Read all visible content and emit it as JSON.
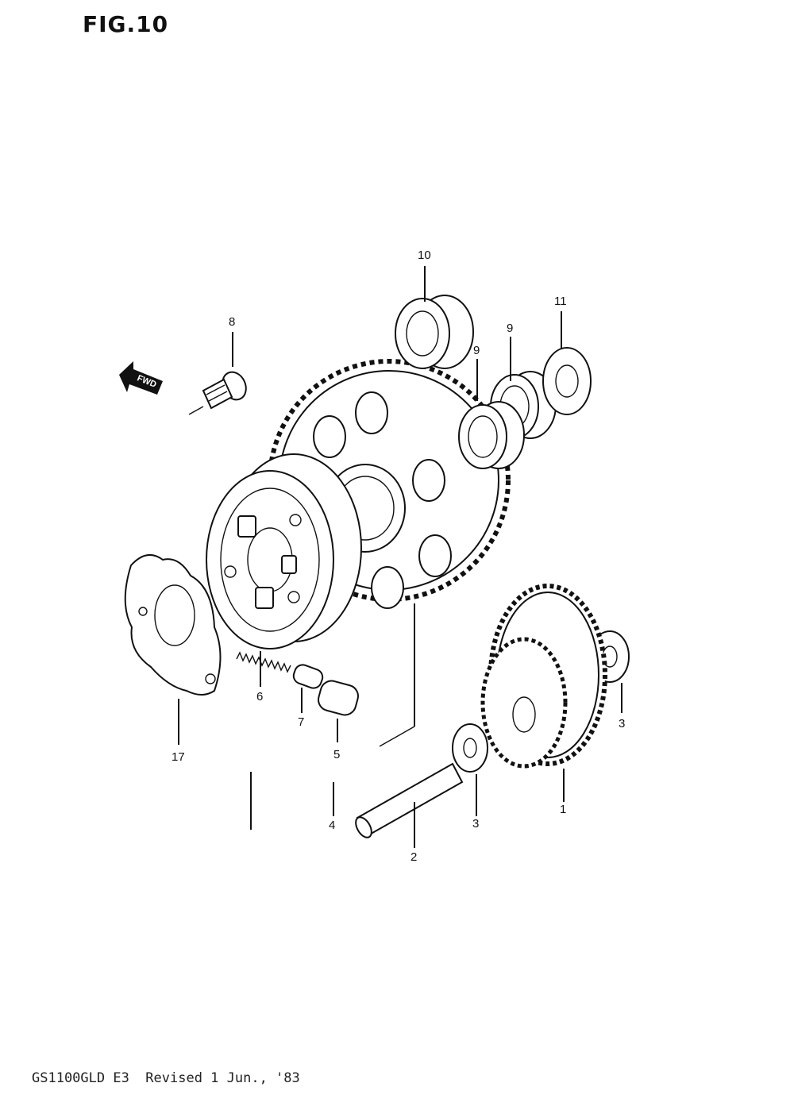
{
  "figure": {
    "title": "FIG.10",
    "footer": "GS1100GLD E3  Revised 1 Jun., '83",
    "fwd_label": "FWD"
  },
  "callouts": [
    "10",
    "11",
    "8",
    "9",
    "9",
    "6",
    "7",
    "5",
    "17",
    "4",
    "3",
    "1",
    "3",
    "2"
  ]
}
